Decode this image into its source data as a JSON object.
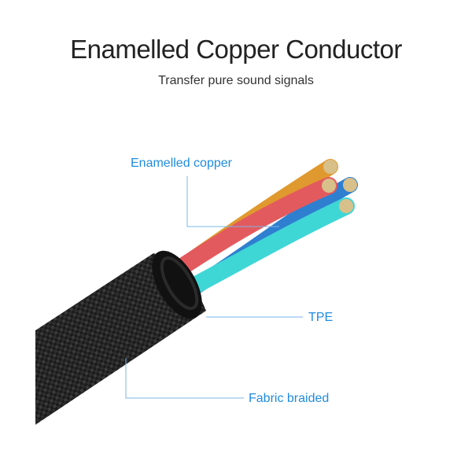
{
  "title": "Enamelled Copper Conductor",
  "subtitle": "Transfer pure sound signals",
  "callouts": {
    "enamelled_copper": "Enamelled copper",
    "tpe": "TPE",
    "fabric_braided": "Fabric braided"
  },
  "colors": {
    "label": "#1f8ce0",
    "wire_orange": "#e0992e",
    "wire_red": "#e35a5e",
    "wire_blue": "#2f7fd0",
    "wire_cyan": "#3fd6d6",
    "cable": "#1a1a1a"
  }
}
